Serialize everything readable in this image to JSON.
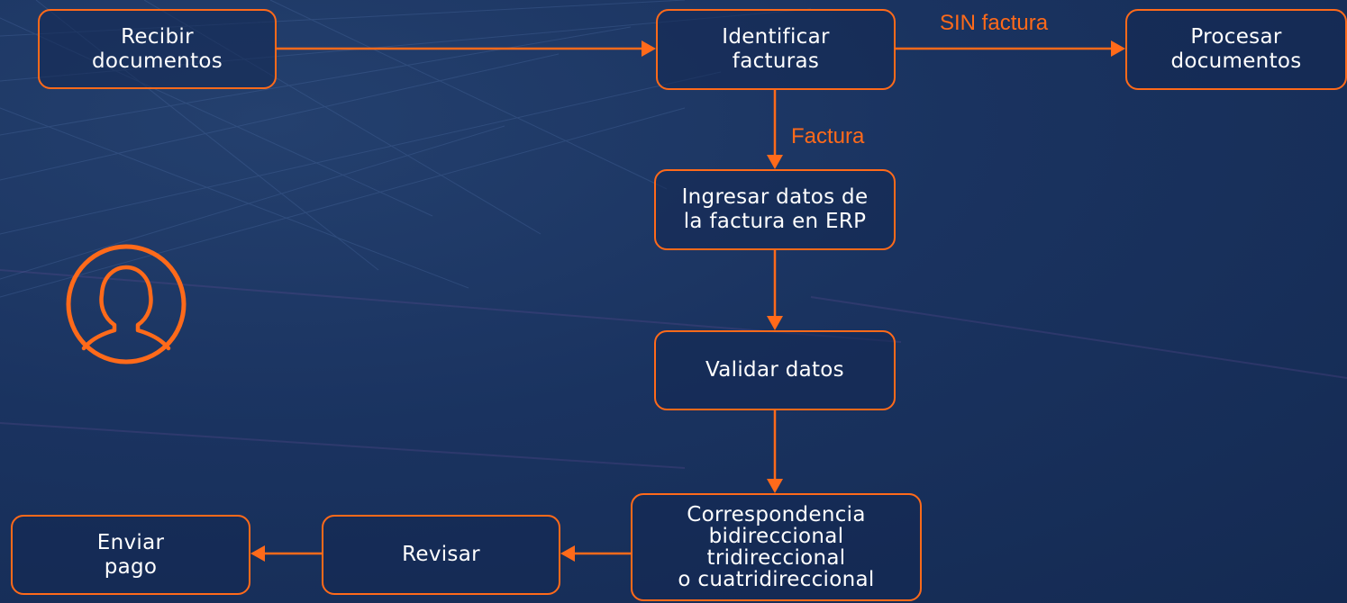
{
  "colors": {
    "accent": "#ff6a1a",
    "background": "#1a3360",
    "text": "#ffffff"
  },
  "icons": {
    "actor": "user-icon"
  },
  "nodes": {
    "recibir": "Recibir\ndocumentos",
    "identificar": "Identificar\nfacturas",
    "procesar": "Procesar\ndocumentos",
    "ingresar": "Ingresar datos de\nla factura en ERP",
    "validar": "Validar datos",
    "correspondencia": "Correspondencia\nbidireccional\ntridireccional\no cuatridireccional",
    "revisar": "Revisar",
    "enviar": "Enviar\npago"
  },
  "edge_labels": {
    "sin_factura": "SIN factura",
    "factura": "Factura"
  }
}
